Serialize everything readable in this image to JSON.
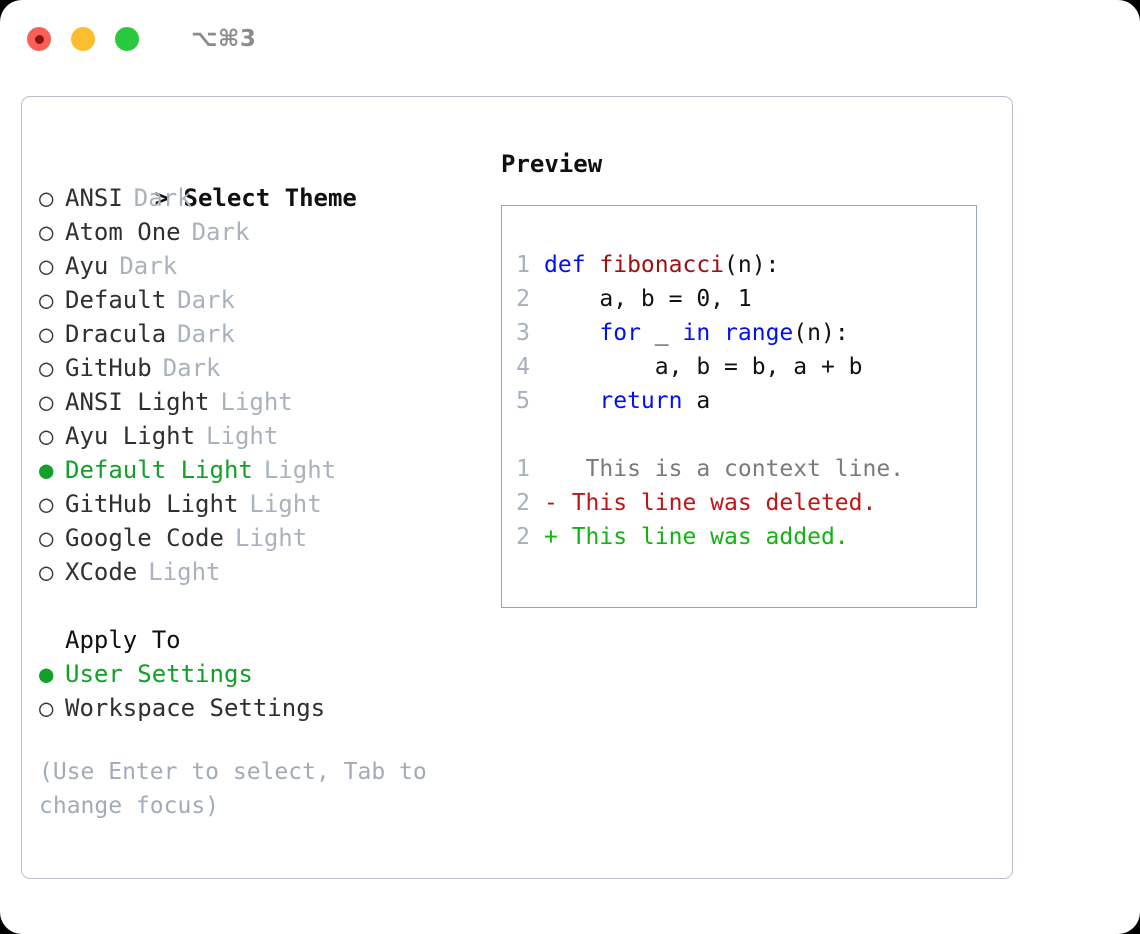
{
  "titlebar": {
    "traffic_lights": [
      "close",
      "minimize",
      "maximize"
    ],
    "shortcut": "⌥⌘3",
    "colors": {
      "close": "#fb6058",
      "minimize": "#fcbd2e",
      "maximize": "#28c93f"
    }
  },
  "theme_selector": {
    "header": "> Select Theme",
    "caret": ">",
    "header_label": "Select Theme",
    "bullet_unselected": "○",
    "bullet_selected": "●",
    "items": [
      {
        "name": "ANSI",
        "kind": "Dark",
        "selected": false
      },
      {
        "name": "Atom One",
        "kind": "Dark",
        "selected": false
      },
      {
        "name": "Ayu",
        "kind": "Dark",
        "selected": false
      },
      {
        "name": "Default",
        "kind": "Dark",
        "selected": false
      },
      {
        "name": "Dracula",
        "kind": "Dark",
        "selected": false
      },
      {
        "name": "GitHub",
        "kind": "Dark",
        "selected": false
      },
      {
        "name": "ANSI Light",
        "kind": "Light",
        "selected": false
      },
      {
        "name": "Ayu Light",
        "kind": "Light",
        "selected": false
      },
      {
        "name": "Default Light",
        "kind": "Light",
        "selected": true
      },
      {
        "name": "GitHub Light",
        "kind": "Light",
        "selected": false
      },
      {
        "name": "Google Code",
        "kind": "Light",
        "selected": false
      },
      {
        "name": "XCode",
        "kind": "Light",
        "selected": false
      }
    ]
  },
  "apply_to": {
    "label": "Apply To",
    "items": [
      {
        "name": "User Settings",
        "selected": true
      },
      {
        "name": "Workspace Settings",
        "selected": false
      }
    ]
  },
  "hint": "(Use Enter to select, Tab to change focus)",
  "preview": {
    "title": "Preview",
    "code_lines": [
      {
        "no": "1",
        "tokens": [
          {
            "t": "def ",
            "c": "kw"
          },
          {
            "t": "fibonacci",
            "c": "fn"
          },
          {
            "t": "(n):",
            "c": "pl"
          }
        ]
      },
      {
        "no": "2",
        "tokens": [
          {
            "t": "    a, b = 0, 1",
            "c": "pl"
          }
        ]
      },
      {
        "no": "3",
        "tokens": [
          {
            "t": "    ",
            "c": "pl"
          },
          {
            "t": "for",
            "c": "kw"
          },
          {
            "t": " _ ",
            "c": "pl"
          },
          {
            "t": "in",
            "c": "kw"
          },
          {
            "t": " ",
            "c": "pl"
          },
          {
            "t": "range",
            "c": "kw"
          },
          {
            "t": "(n):",
            "c": "pl"
          }
        ]
      },
      {
        "no": "4",
        "tokens": [
          {
            "t": "        a, b = b, a + b",
            "c": "pl"
          }
        ]
      },
      {
        "no": "5",
        "tokens": [
          {
            "t": "    ",
            "c": "pl"
          },
          {
            "t": "return",
            "c": "kw"
          },
          {
            "t": " a",
            "c": "pl"
          }
        ]
      }
    ],
    "diff_lines": [
      {
        "no": "1",
        "marker": " ",
        "text": "  This is a context line.",
        "kind": "ctx"
      },
      {
        "no": "2",
        "marker": "-",
        "text": " This line was deleted.",
        "kind": "del"
      },
      {
        "no": "2",
        "marker": "+",
        "text": " This line was added.",
        "kind": "add"
      }
    ],
    "colors": {
      "keyword": "#0010ee",
      "function": "#a01010",
      "plain": "#111111",
      "lineno": "#a7b0bb",
      "context": "#7b7b7b",
      "deleted": "#c21414",
      "added": "#12b312"
    }
  },
  "theme_colors": {
    "accent_green": "#12a028",
    "muted": "#a9b2be",
    "border": "#b9c0cb"
  }
}
